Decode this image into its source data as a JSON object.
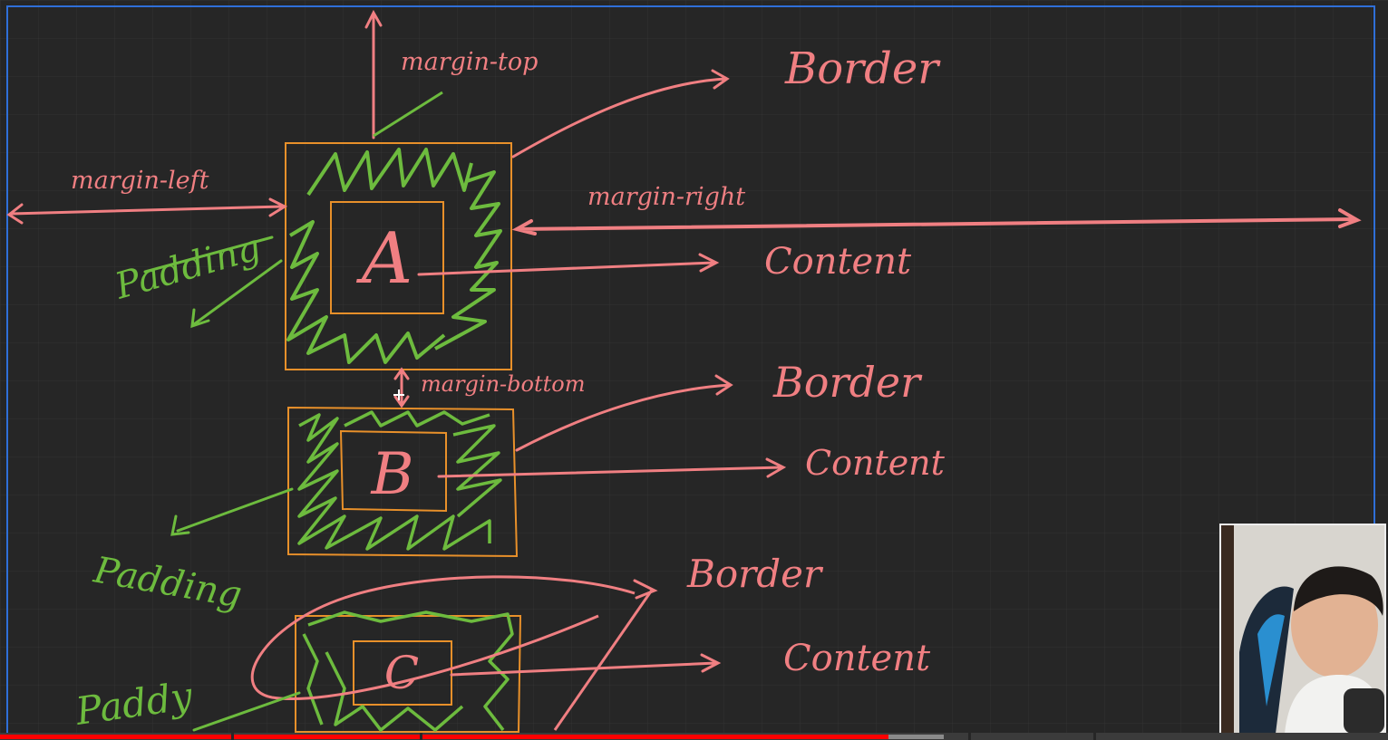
{
  "canvas": {
    "background": "#262626",
    "grid_color": "#333333",
    "frame_color": "#2f6fd8",
    "pink": "#f07f82",
    "green": "#6dbb3e",
    "orange": "#e8902a"
  },
  "labels": {
    "margin_top": "margin-top",
    "margin_left": "margin-left",
    "margin_right": "margin-right",
    "margin_bottom": "margin-bottom",
    "border_a": "Border",
    "content_a": "Content",
    "padding_a": "Padding",
    "box_a": "A",
    "border_b": "Border",
    "content_b": "Content",
    "padding_b": "Padding",
    "box_b": "B",
    "border_c": "Border",
    "content_c": "Content",
    "padding_c": "Paddy",
    "box_c": "C"
  },
  "player": {
    "progress_played": 0.64,
    "progress_buffered": 0.68,
    "played_color": "#ff0000",
    "buffer_color": "#8a8a8a"
  }
}
